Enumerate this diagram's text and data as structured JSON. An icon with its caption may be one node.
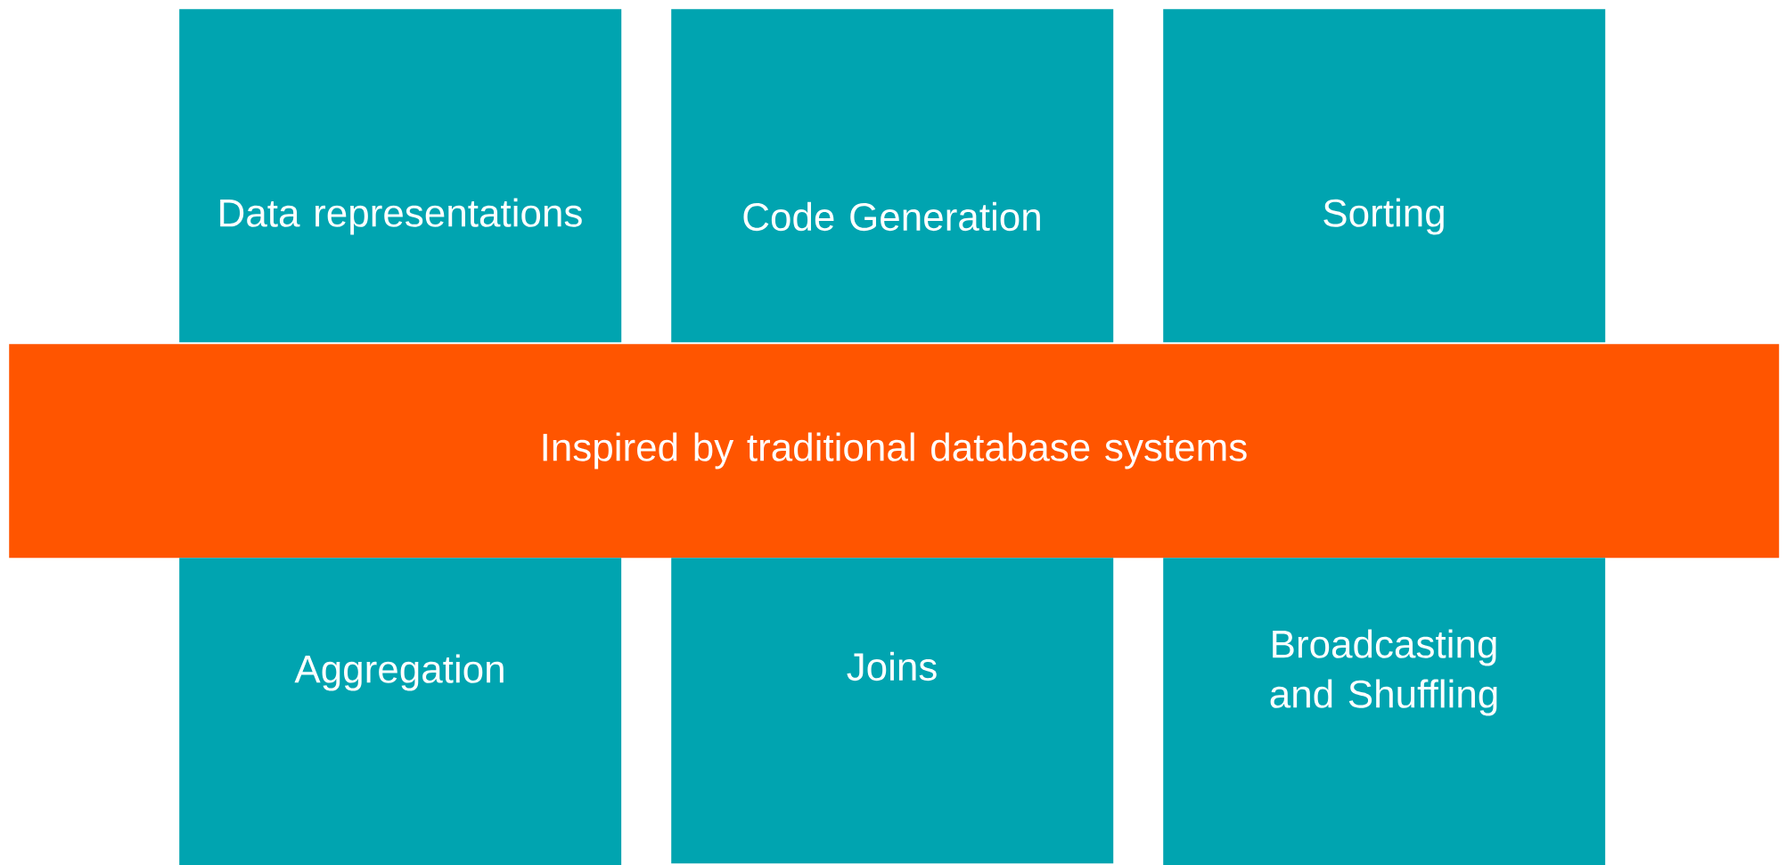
{
  "diagram": {
    "nodes": [
      {
        "text": [
          "Data representations"
        ]
      },
      {
        "text": [
          "Code Generation"
        ]
      },
      {
        "text": [
          "Sorting"
        ]
      },
      {
        "text": [
          "Inspired by traditional database systems"
        ]
      },
      {
        "text": [
          "Aggregation"
        ]
      },
      {
        "text": [
          "Joins"
        ]
      },
      {
        "text": [
          "Broadcasting and Shuffling"
        ]
      }
    ]
  }
}
